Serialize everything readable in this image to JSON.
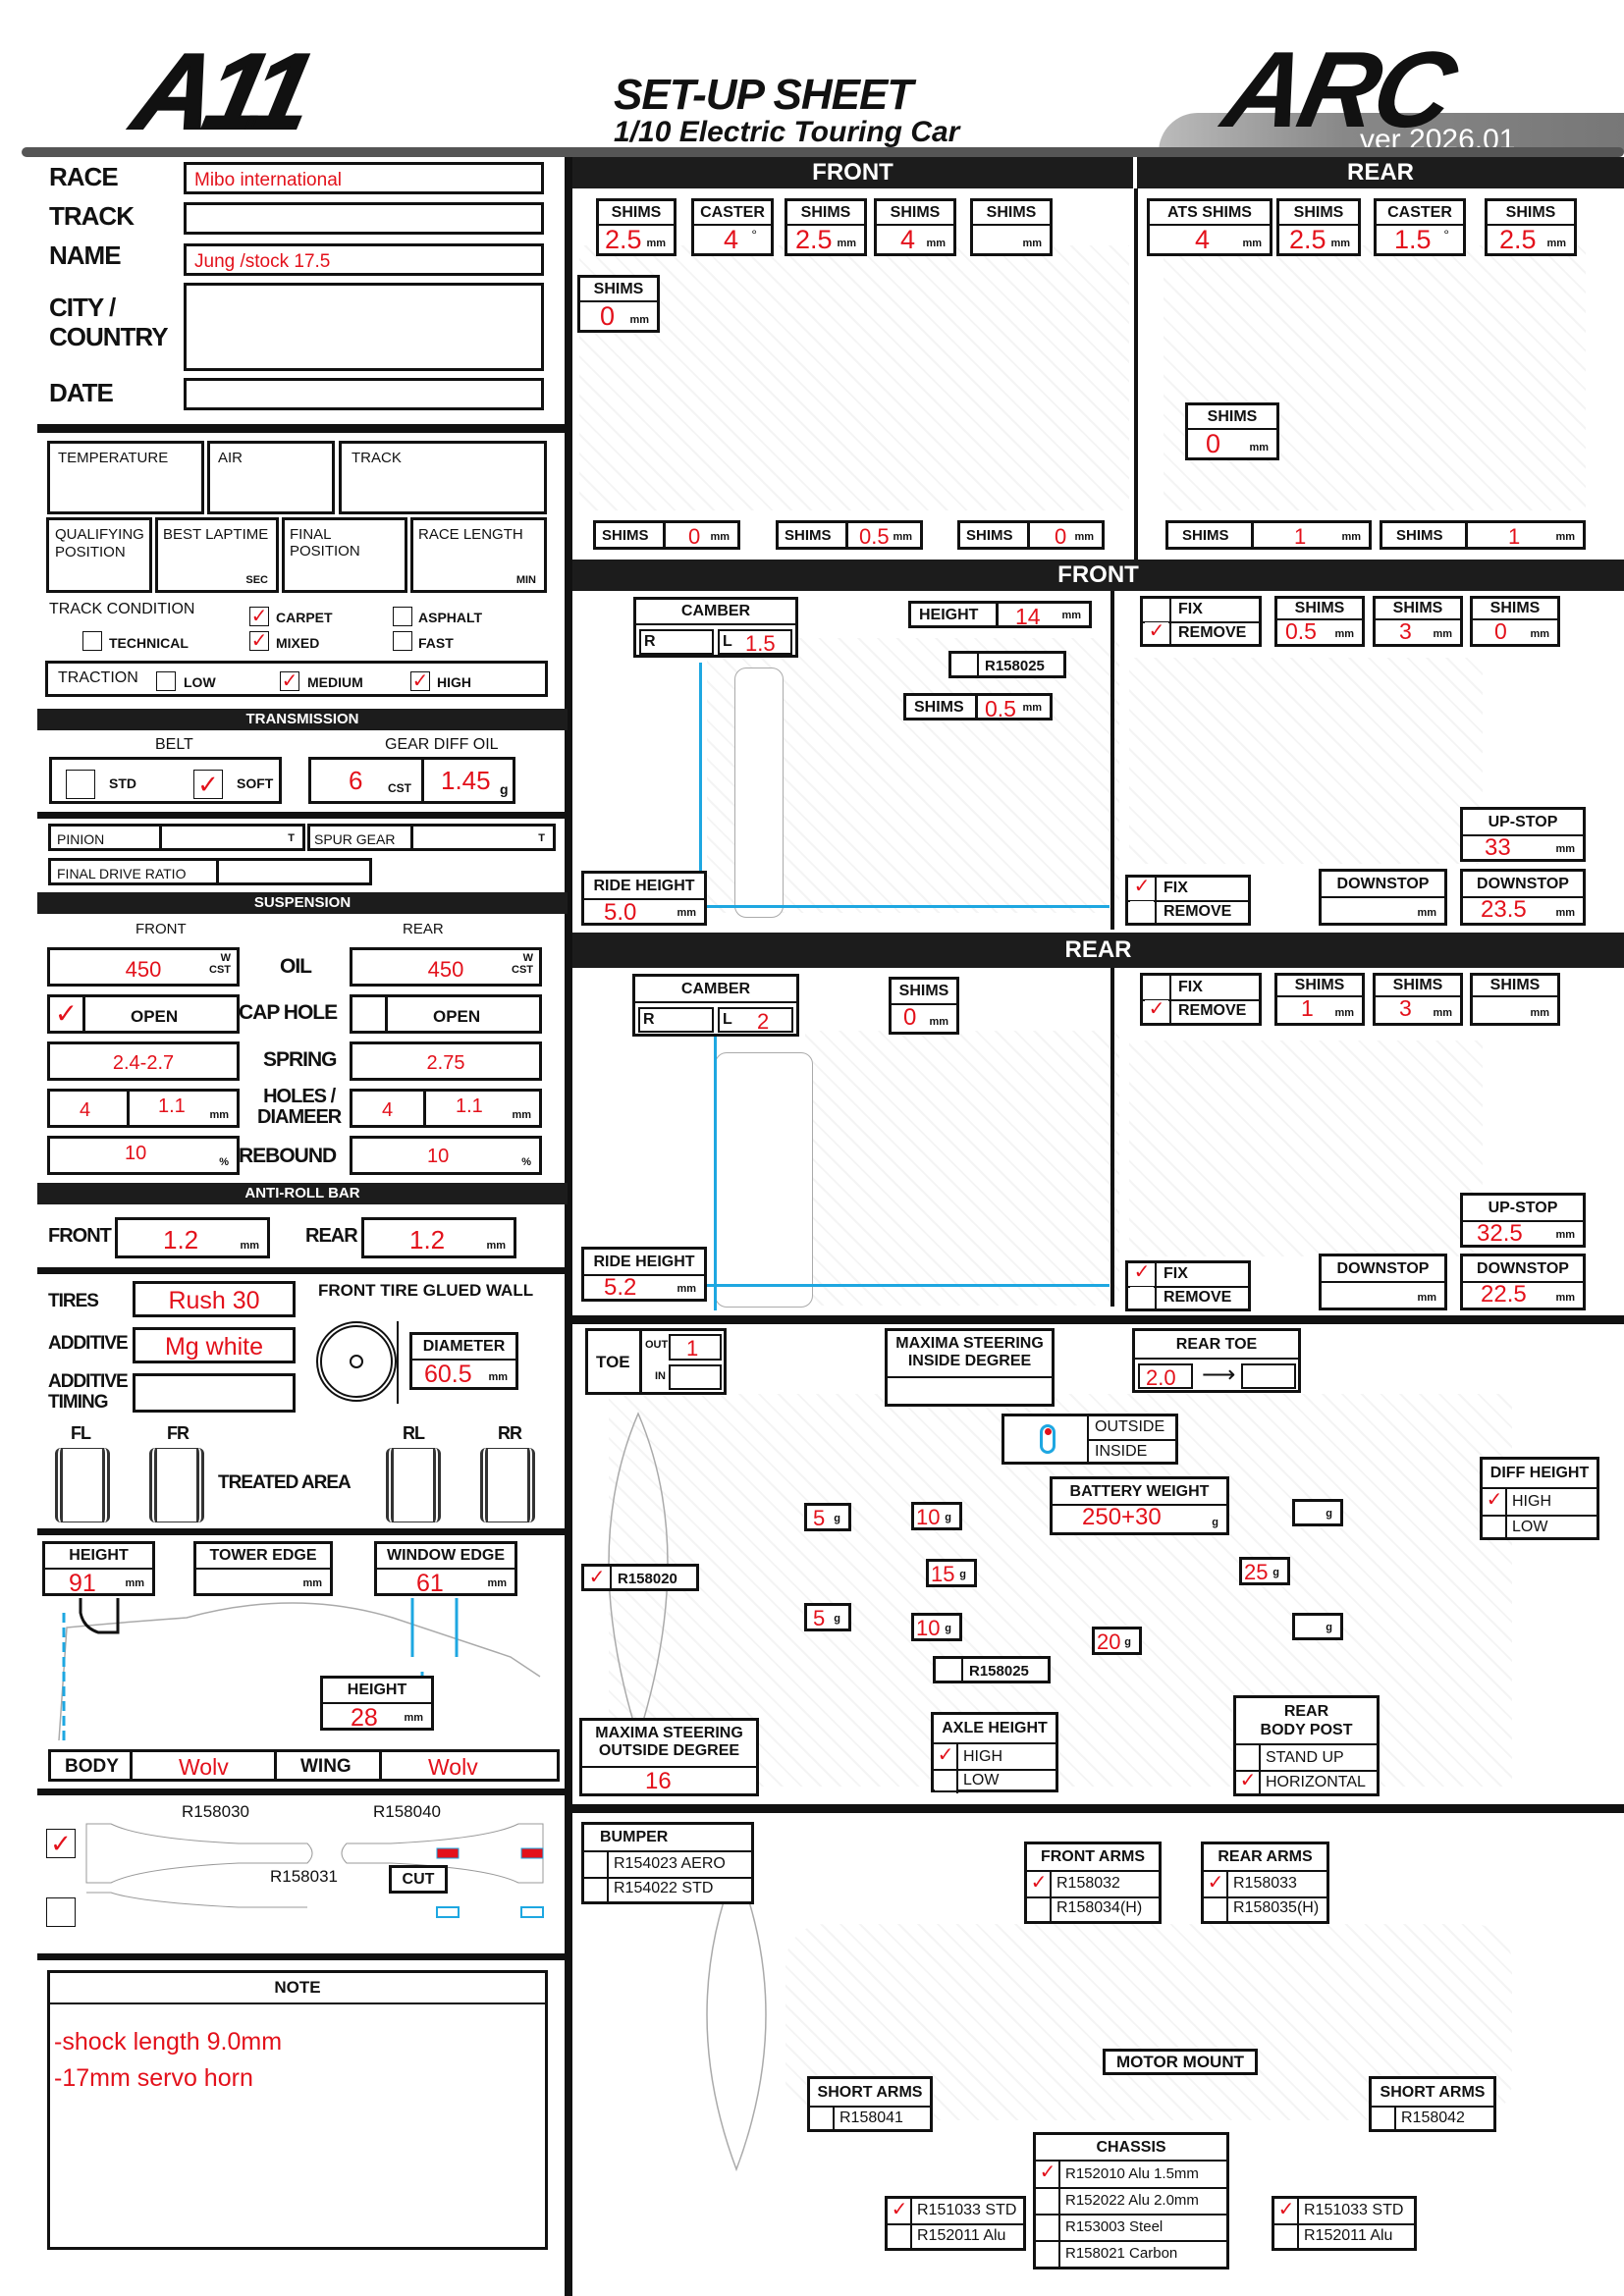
{
  "header": {
    "logo_left": "A11",
    "title": "SET-UP SHEET",
    "subtitle": "1/10 Electric Touring Car",
    "logo_right": "ARC",
    "version": "ver 2026.01"
  },
  "info": {
    "race": {
      "label": "RACE",
      "value": "Mibo international"
    },
    "track": {
      "label": "TRACK",
      "value": ""
    },
    "name": {
      "label": "NAME",
      "value": "Jung /stock 17.5"
    },
    "city": {
      "label1": "CITY /",
      "label2": "COUNTRY",
      "value": ""
    },
    "date": {
      "label": "DATE",
      "value": ""
    }
  },
  "conditions": {
    "temperature": "TEMPERATURE",
    "air": "AIR",
    "track": "TRACK",
    "qualifying1": "QUALIFYING",
    "qualifying2": "POSITION",
    "best_laptime": "BEST LAPTIME",
    "sec": "SEC",
    "final_position": "FINAL POSITION",
    "race_length": "RACE LENGTH",
    "min": "MIN",
    "track_condition": "TRACK CONDITION",
    "carpet": {
      "label": "CARPET",
      "checked": true
    },
    "asphalt": {
      "label": "ASPHALT",
      "checked": false
    },
    "technical": {
      "label": "TECHNICAL",
      "checked": false
    },
    "mixed": {
      "label": "MIXED",
      "checked": true
    },
    "fast": {
      "label": "FAST",
      "checked": false
    },
    "traction": "TRACTION",
    "low": {
      "label": "LOW",
      "checked": false
    },
    "medium": {
      "label": "MEDIUM",
      "checked": true
    },
    "high": {
      "label": "HIGH",
      "checked": true
    }
  },
  "transmission": {
    "title": "TRANSMISSION",
    "belt": "BELT",
    "std": {
      "label": "STD",
      "checked": false
    },
    "soft": {
      "label": "SOFT",
      "checked": true
    },
    "gear_diff_oil": "GEAR DIFF OIL",
    "diff_cst": "6",
    "cst_unit": "CST",
    "diff_g": "1.45",
    "g_unit": "g",
    "pinion": "PINION",
    "spur": "SPUR GEAR",
    "t_unit": "T",
    "final_drive": "FINAL DRIVE RATIO"
  },
  "suspension": {
    "title": "SUSPENSION",
    "front": "FRONT",
    "rear": "REAR",
    "oil_label": "OIL",
    "oil_front": "450",
    "oil_rear": "450",
    "oil_unit1": "W",
    "oil_unit2": "CST",
    "cap_hole": "CAP HOLE",
    "open": "OPEN",
    "cap_front_checked": true,
    "cap_rear_checked": false,
    "spring_label": "SPRING",
    "spring_front": "2.4-2.7",
    "spring_rear": "2.75",
    "holes_label1": "HOLES /",
    "holes_label2": "DIAMEER",
    "holes_front": "4",
    "diam_front": "1.1",
    "holes_rear": "4",
    "diam_rear": "1.1",
    "mm": "mm",
    "rebound_label": "REBOUND",
    "rebound_front": "10",
    "rebound_rear": "10",
    "pct": "%"
  },
  "antiroll": {
    "title": "ANTI-ROLL BAR",
    "front_label": "FRONT",
    "front": "1.2",
    "rear_label": "REAR",
    "rear": "1.2",
    "mm": "mm"
  },
  "tires": {
    "tires_label": "TIRES",
    "tires": "Rush 30",
    "additive_label": "ADDITIVE",
    "additive": "Mg white",
    "timing_label1": "ADDITIVE",
    "timing_label2": "TIMING",
    "timing": "",
    "glued": "FRONT TIRE GLUED WALL",
    "diameter_label": "DIAMETER",
    "diameter": "60.5",
    "mm": "mm",
    "fl": "FL",
    "fr": "FR",
    "rl": "RL",
    "rr": "RR",
    "treated": "TREATED AREA"
  },
  "body": {
    "height_label": "HEIGHT",
    "height": "91",
    "tower_label": "TOWER EDGE",
    "tower": "",
    "window_label": "WINDOW EDGE",
    "window": "61",
    "wing_height_label": "HEIGHT",
    "wing_height": "28",
    "mm": "mm",
    "body_label": "BODY",
    "body": "Wolv",
    "wing_label": "WING",
    "wing": "Wolv"
  },
  "shock_tower": {
    "part1": "R158030",
    "part2": "R158040",
    "part3": "R158031",
    "cut": "CUT",
    "opt1_checked": true,
    "opt2_checked": false
  },
  "note": {
    "title": "NOTE",
    "lines": [
      "-shock length 9.0mm",
      "-17mm servo horn"
    ]
  },
  "top_front": {
    "title": "FRONT",
    "shims_label": "SHIMS",
    "caster_label": "CASTER",
    "mm": "mm",
    "deg": "°",
    "s1": "2.5",
    "caster": "4",
    "s2": "2.5",
    "s3": "4",
    "s4": "",
    "s_left": "0",
    "b1": "0",
    "b2": "0.5",
    "b3": "0"
  },
  "top_rear": {
    "title": "REAR",
    "ats_label": "ATS SHIMS",
    "ats": "4",
    "s1": "2.5",
    "caster": "1.5",
    "s2": "2.5",
    "s_mid": "0",
    "b1": "1",
    "b2": "1"
  },
  "front_section": {
    "title": "FRONT",
    "camber_label": "CAMBER",
    "r": "R",
    "l": "L",
    "camber_r": "",
    "camber_l": "1.5",
    "height_label": "HEIGHT",
    "height": "14",
    "part": "R158025",
    "shims_label": "SHIMS",
    "shims": "0.5",
    "ride_label": "RIDE HEIGHT",
    "ride": "5.0",
    "fix": "FIX",
    "remove": "REMOVE",
    "top_fix_checked": false,
    "top_remove_checked": true,
    "s1": "0.5",
    "s2": "3",
    "s3": "0",
    "upstop_label": "UP-STOP",
    "upstop": "33",
    "downstop_label": "DOWNSTOP",
    "downstop_mid": "",
    "downstop": "23.5",
    "bot_fix_checked": true,
    "bot_remove_checked": false
  },
  "rear_section": {
    "title": "REAR",
    "camber_r": "",
    "camber_l": "2",
    "shims": "0",
    "ride": "5.2",
    "top_fix_checked": false,
    "top_remove_checked": true,
    "s1": "1",
    "s2": "3",
    "s3": "",
    "upstop": "32.5",
    "downstop_mid": "",
    "downstop": "22.5",
    "bot_fix_checked": true,
    "bot_remove_checked": false
  },
  "chassis_top": {
    "toe_label": "TOE",
    "out": "OUT",
    "in": "IN",
    "toe_out": "1",
    "toe_in": "",
    "inside_deg_label1": "MAXIMA STEERING",
    "inside_deg_label2": "INSIDE DEGREE",
    "inside_deg": "",
    "rear_toe_label": "REAR TOE",
    "rear_toe_from": "2.0",
    "rear_toe_to": "",
    "outside": "OUTSIDE",
    "inside": "INSIDE",
    "battery_label": "BATTERY WEIGHT",
    "battery": "250+30",
    "g": "g",
    "w1": "5",
    "w2": "10",
    "w3": "15",
    "w4": "5",
    "w5": "10",
    "w6": "20",
    "w7": "25",
    "w8": "",
    "w9": "",
    "diff_label": "DIFF HEIGHT",
    "high": "HIGH",
    "low": "LOW",
    "diff_high_checked": true,
    "steer_part": "R158020",
    "steer_checked": true,
    "part2": "R158025",
    "axle_label": "AXLE HEIGHT",
    "axle_high_checked": true,
    "outside_deg_label1": "MAXIMA STEERING",
    "outside_deg_label2": "OUTSIDE DEGREE",
    "outside_deg": "16",
    "body_post_label1": "REAR",
    "body_post_label2": "BODY POST",
    "stand_up": "STAND UP",
    "horizontal": "HORIZONTAL",
    "horizontal_checked": true
  },
  "chassis_bottom": {
    "bumper_label": "BUMPER",
    "bumper": [
      "R154023 AERO",
      "R154022 STD"
    ],
    "front_arms_label": "FRONT ARMS",
    "front_arms": [
      "R158032",
      "R158034(H)"
    ],
    "rear_arms_label": "REAR ARMS",
    "rear_arms": [
      "R158033",
      "R158035(H)"
    ],
    "motor_mount": "MOTOR MOUNT",
    "short_arms_label": "SHORT ARMS",
    "short_front": "R158041",
    "short_rear": "R158042",
    "chassis_label": "CHASSIS",
    "chassis": [
      "R152010  Alu 1.5mm",
      "R152022  Alu 2.0mm",
      "R153003  Steel",
      "R158021 Carbon"
    ],
    "hub_front": [
      "R151033 STD",
      "R152011 Alu"
    ],
    "hub_rear": [
      "R151033 STD",
      "R152011 Alu"
    ]
  }
}
